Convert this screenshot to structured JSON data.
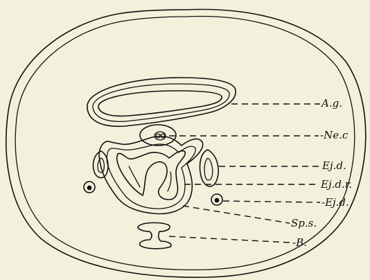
{
  "figure": {
    "background": "#f3f0dc",
    "ink": "#111111",
    "labels": [
      {
        "id": "ag",
        "text": "A.g."
      },
      {
        "id": "nec",
        "text": "-Ne.c"
      },
      {
        "id": "ejd1",
        "text": "Ej.d."
      },
      {
        "id": "ejdr",
        "text": "Ej.d.r."
      },
      {
        "id": "ejd2",
        "text": "-Ej.d."
      },
      {
        "id": "sps",
        "text": "Sp.s."
      },
      {
        "id": "b",
        "text": "-B."
      }
    ]
  }
}
